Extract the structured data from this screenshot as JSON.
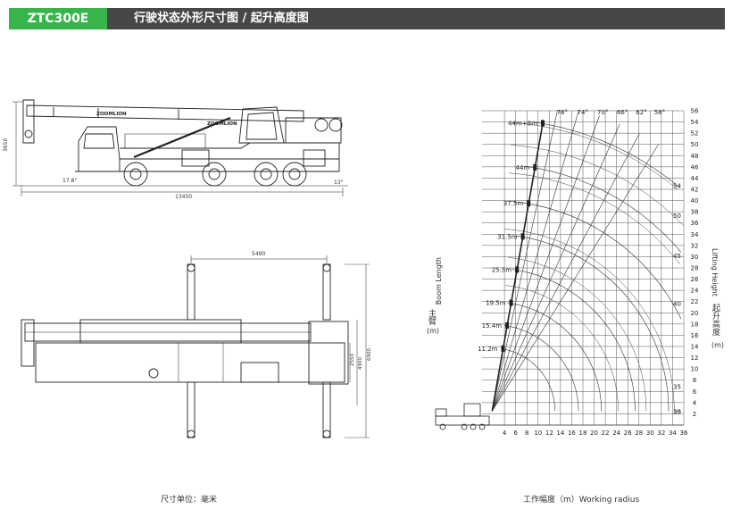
{
  "header": {
    "model": "ZTC300E",
    "title": "行驶状态外形尺寸图 / 起升高度图",
    "accent_color": "#37b44a",
    "bar_color": "#474747"
  },
  "side_view": {
    "brand_text": "ZOOMLION",
    "height_dim": "3650",
    "length_dim": "13450",
    "approach_angle": "17.8°",
    "departure_angle": "13°"
  },
  "top_view": {
    "outrigger_span": "5490",
    "width_dims": [
      "2550",
      "4900",
      "6900"
    ]
  },
  "captions": {
    "unit_note": "尺寸单位：毫米",
    "x_axis_label": "工作幅度（m）Working radius",
    "boom_label_cn": "主臂",
    "boom_label_en": "Boom Length",
    "boom_unit": "(m)",
    "lift_label_cn": "起升高度",
    "lift_label_en": "Lifting Height",
    "lift_unit": "(m)"
  },
  "chart_data": {
    "type": "lifting-height-diagram",
    "x_ticks": [
      "4",
      "6",
      "8",
      "10",
      "12",
      "14",
      "16",
      "18",
      "20",
      "22",
      "24",
      "26",
      "28",
      "30",
      "32",
      "34",
      "36"
    ],
    "y_ticks": [
      "2",
      "4",
      "6",
      "8",
      "10",
      "12",
      "14",
      "16",
      "18",
      "20",
      "22",
      "24",
      "26",
      "28",
      "30",
      "32",
      "34",
      "36",
      "38",
      "40",
      "42",
      "44",
      "46",
      "48",
      "50",
      "52",
      "54",
      "56"
    ],
    "boom_lengths": [
      "11.2m",
      "15.4m",
      "19.5m",
      "25.5m",
      "31.5m",
      "37.5m",
      "44m",
      "44m+8m"
    ],
    "boom_length_values": [
      11.2,
      15.4,
      19.5,
      25.5,
      31.5,
      37.5,
      44,
      52
    ],
    "angle_labels": [
      "78°",
      "74°",
      "70°",
      "66°",
      "62°",
      "58°"
    ],
    "angle_values": [
      78,
      74,
      70,
      66,
      62,
      58
    ],
    "arc_labels": [
      "54",
      "50",
      "45",
      "40",
      "35",
      "30",
      "25"
    ],
    "xlim": [
      0,
      36
    ],
    "ylim": [
      0,
      56
    ]
  }
}
